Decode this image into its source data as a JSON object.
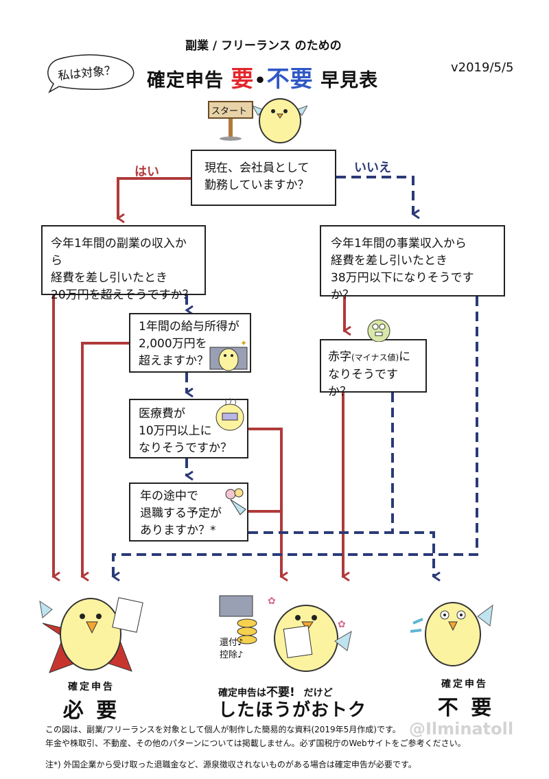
{
  "header": {
    "subtitle": "副業 / フリーランス のための",
    "title_pre": "確定申告",
    "title_yo": "要",
    "title_dot": "•",
    "title_fuyo": "不要",
    "title_post": "早見表",
    "bubble": "私は対象？",
    "version": "v2019/5/5"
  },
  "start_sign": "スタート",
  "labels": {
    "yes": "はい",
    "no": "いいえ"
  },
  "questions": {
    "q1": "現在、会社員として\n勤務していますか？",
    "q2": "今年1年間の副業の収入から\n経費を差し引いたとき\n20万円を超えそうですか？",
    "q3": "今年1年間の事業収入から\n経費を差し引いたとき\n38万円以下になりそうですか？",
    "q4": "1年間の給与所得が\n2,000万円を\n超えますか？",
    "q5": "医療費が\n10万円以上に\nなりそうですか？",
    "q6a": "赤字",
    "q6b": "(マイナス値)",
    "q6c": "に\nなりそうですか？",
    "q7": "年の途中で\n退職する予定が\nありますか？*"
  },
  "illustration_text": {
    "refund": "還付♪\n控除♪"
  },
  "results": {
    "r1_small": "確定申告",
    "r1_big": "必 要",
    "r2_line1a": "確定申告は",
    "r2_line1b": "不要!",
    "r2_line1c": "だけど",
    "r2_big": "したほうがおトク",
    "r3_small": "確定申告",
    "r3_big": "不 要"
  },
  "footer": {
    "watermark": "@Ilminatoll",
    "line1": "この図は、副業/フリーランスを対象として個人が制作した簡易的な資料(2019年5月作成)です。",
    "line2": "年金や株取引、不動産、その他のパターンについては掲載しません。必ず国税庁のWebサイトをご参考ください。",
    "note": "注*) 外国企業から受け取った退職金など、源泉徴収されないものがある場合は確定申告が必要です。"
  },
  "colors": {
    "yes_red": "#b03a3a",
    "no_blue": "#2a3a78",
    "title_red": "#e3262c",
    "title_blue": "#2f57c6",
    "chick_yellow": "#fbf3a0"
  }
}
